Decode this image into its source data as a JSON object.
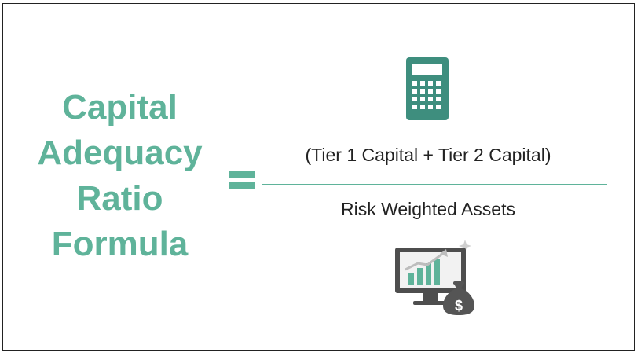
{
  "title": {
    "line1": "Capital",
    "line2": "Adequacy",
    "line3": "Ratio",
    "line4": "Formula",
    "color": "#5fb39a"
  },
  "formula": {
    "operator": "=",
    "numerator": "(Tier 1 Capital + Tier 2 Capital)",
    "denominator": "Risk Weighted Assets"
  },
  "icons": {
    "top": "calculator-icon",
    "bottom": "monitor-chart-money-bag-icon"
  },
  "colors": {
    "accent": "#5fb39a",
    "icon_dark": "#4e4e4e",
    "icon_teal": "#3e8e7e"
  }
}
